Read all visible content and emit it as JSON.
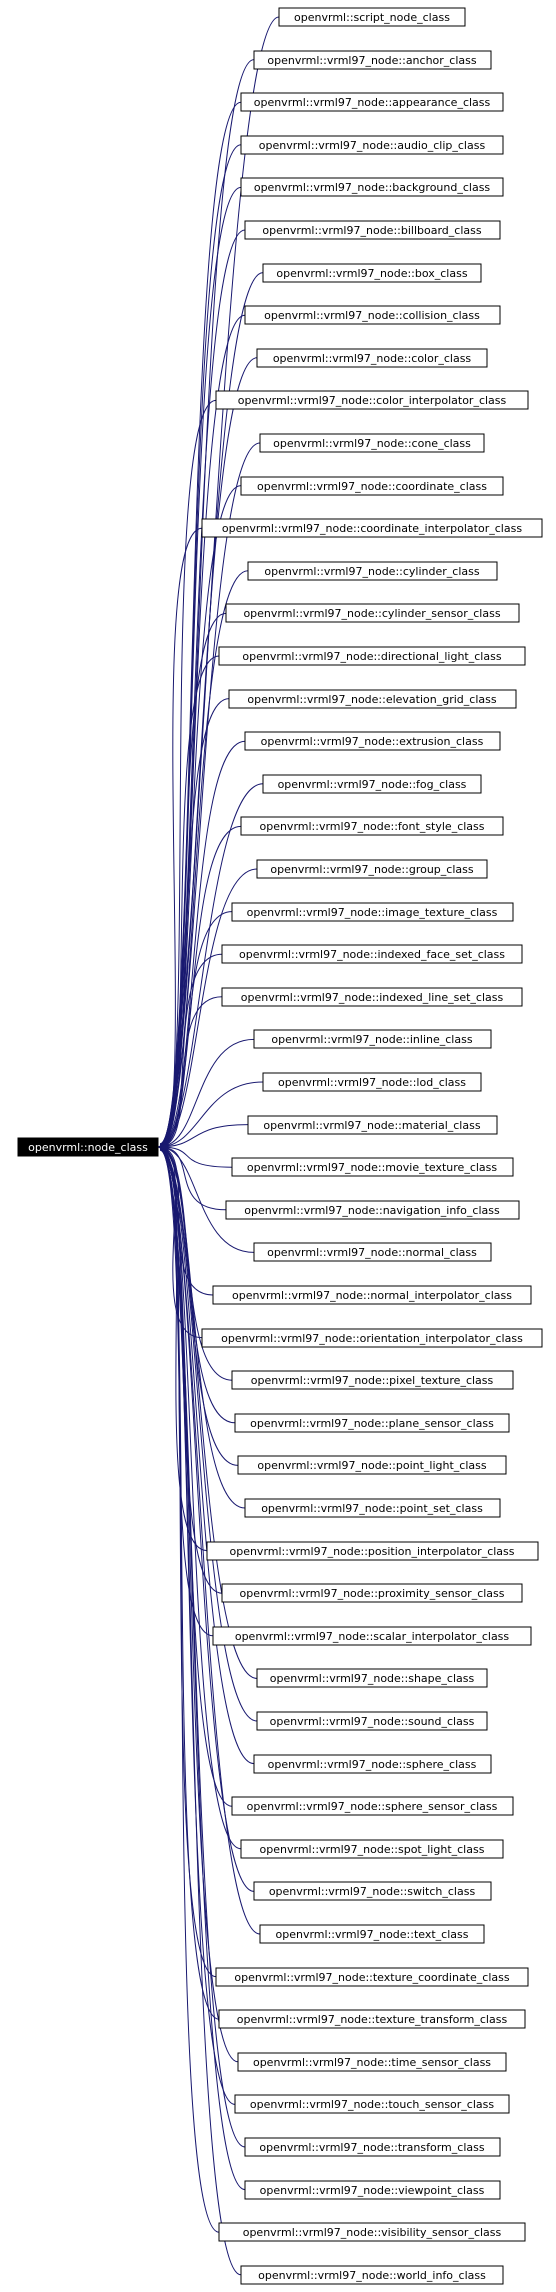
{
  "diagram": {
    "type": "inheritance-graph",
    "edge_color": "#191970",
    "root": {
      "label": "openvrml::node_class",
      "fill": "#000000",
      "text_color": "#ffffff"
    },
    "children": [
      "openvrml::script_node_class",
      "openvrml::vrml97_node::anchor_class",
      "openvrml::vrml97_node::appearance_class",
      "openvrml::vrml97_node::audio_clip_class",
      "openvrml::vrml97_node::background_class",
      "openvrml::vrml97_node::billboard_class",
      "openvrml::vrml97_node::box_class",
      "openvrml::vrml97_node::collision_class",
      "openvrml::vrml97_node::color_class",
      "openvrml::vrml97_node::color_interpolator_class",
      "openvrml::vrml97_node::cone_class",
      "openvrml::vrml97_node::coordinate_class",
      "openvrml::vrml97_node::coordinate_interpolator_class",
      "openvrml::vrml97_node::cylinder_class",
      "openvrml::vrml97_node::cylinder_sensor_class",
      "openvrml::vrml97_node::directional_light_class",
      "openvrml::vrml97_node::elevation_grid_class",
      "openvrml::vrml97_node::extrusion_class",
      "openvrml::vrml97_node::fog_class",
      "openvrml::vrml97_node::font_style_class",
      "openvrml::vrml97_node::group_class",
      "openvrml::vrml97_node::image_texture_class",
      "openvrml::vrml97_node::indexed_face_set_class",
      "openvrml::vrml97_node::indexed_line_set_class",
      "openvrml::vrml97_node::inline_class",
      "openvrml::vrml97_node::lod_class",
      "openvrml::vrml97_node::material_class",
      "openvrml::vrml97_node::movie_texture_class",
      "openvrml::vrml97_node::navigation_info_class",
      "openvrml::vrml97_node::normal_class",
      "openvrml::vrml97_node::normal_interpolator_class",
      "openvrml::vrml97_node::orientation_interpolator_class",
      "openvrml::vrml97_node::pixel_texture_class",
      "openvrml::vrml97_node::plane_sensor_class",
      "openvrml::vrml97_node::point_light_class",
      "openvrml::vrml97_node::point_set_class",
      "openvrml::vrml97_node::position_interpolator_class",
      "openvrml::vrml97_node::proximity_sensor_class",
      "openvrml::vrml97_node::scalar_interpolator_class",
      "openvrml::vrml97_node::shape_class",
      "openvrml::vrml97_node::sound_class",
      "openvrml::vrml97_node::sphere_class",
      "openvrml::vrml97_node::sphere_sensor_class",
      "openvrml::vrml97_node::spot_light_class",
      "openvrml::vrml97_node::switch_class",
      "openvrml::vrml97_node::text_class",
      "openvrml::vrml97_node::texture_coordinate_class",
      "openvrml::vrml97_node::texture_transform_class",
      "openvrml::vrml97_node::time_sensor_class",
      "openvrml::vrml97_node::touch_sensor_class",
      "openvrml::vrml97_node::transform_class",
      "openvrml::vrml97_node::viewpoint_class",
      "openvrml::vrml97_node::visibility_sensor_class",
      "openvrml::vrml97_node::world_info_class"
    ]
  }
}
